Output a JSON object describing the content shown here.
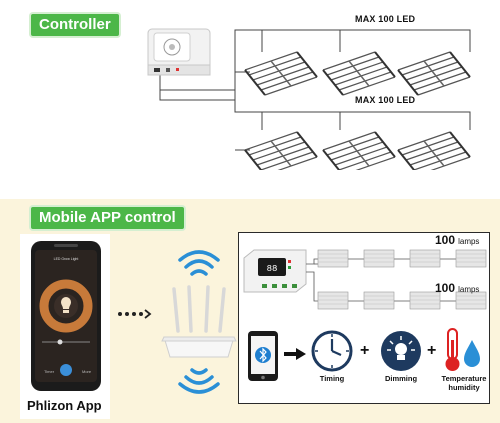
{
  "top": {
    "badge": "Controller",
    "row1_label": "MAX 100 LED",
    "row2_label": "MAX 100 LED"
  },
  "bottom": {
    "badge": "Mobile APP control",
    "app_name": "Phlizon App",
    "lamps_row1": {
      "count": "100",
      "unit": "lamps"
    },
    "lamps_row2": {
      "count": "100",
      "unit": "lamps"
    },
    "features": [
      "Timing",
      "Dimming",
      "Temperature humidity"
    ]
  },
  "phone_screen": {
    "title": "LED Grow Light",
    "temp": "",
    "hum": ""
  },
  "colors": {
    "green_badge": "#4cb748",
    "panel_bg": "#fbf4dc",
    "wifi_blue": "#2a8fd6",
    "bluetooth_blue": "#1f7fd0",
    "navy_icon": "#1e3a5f",
    "controller_display": "#1a1a1a"
  }
}
